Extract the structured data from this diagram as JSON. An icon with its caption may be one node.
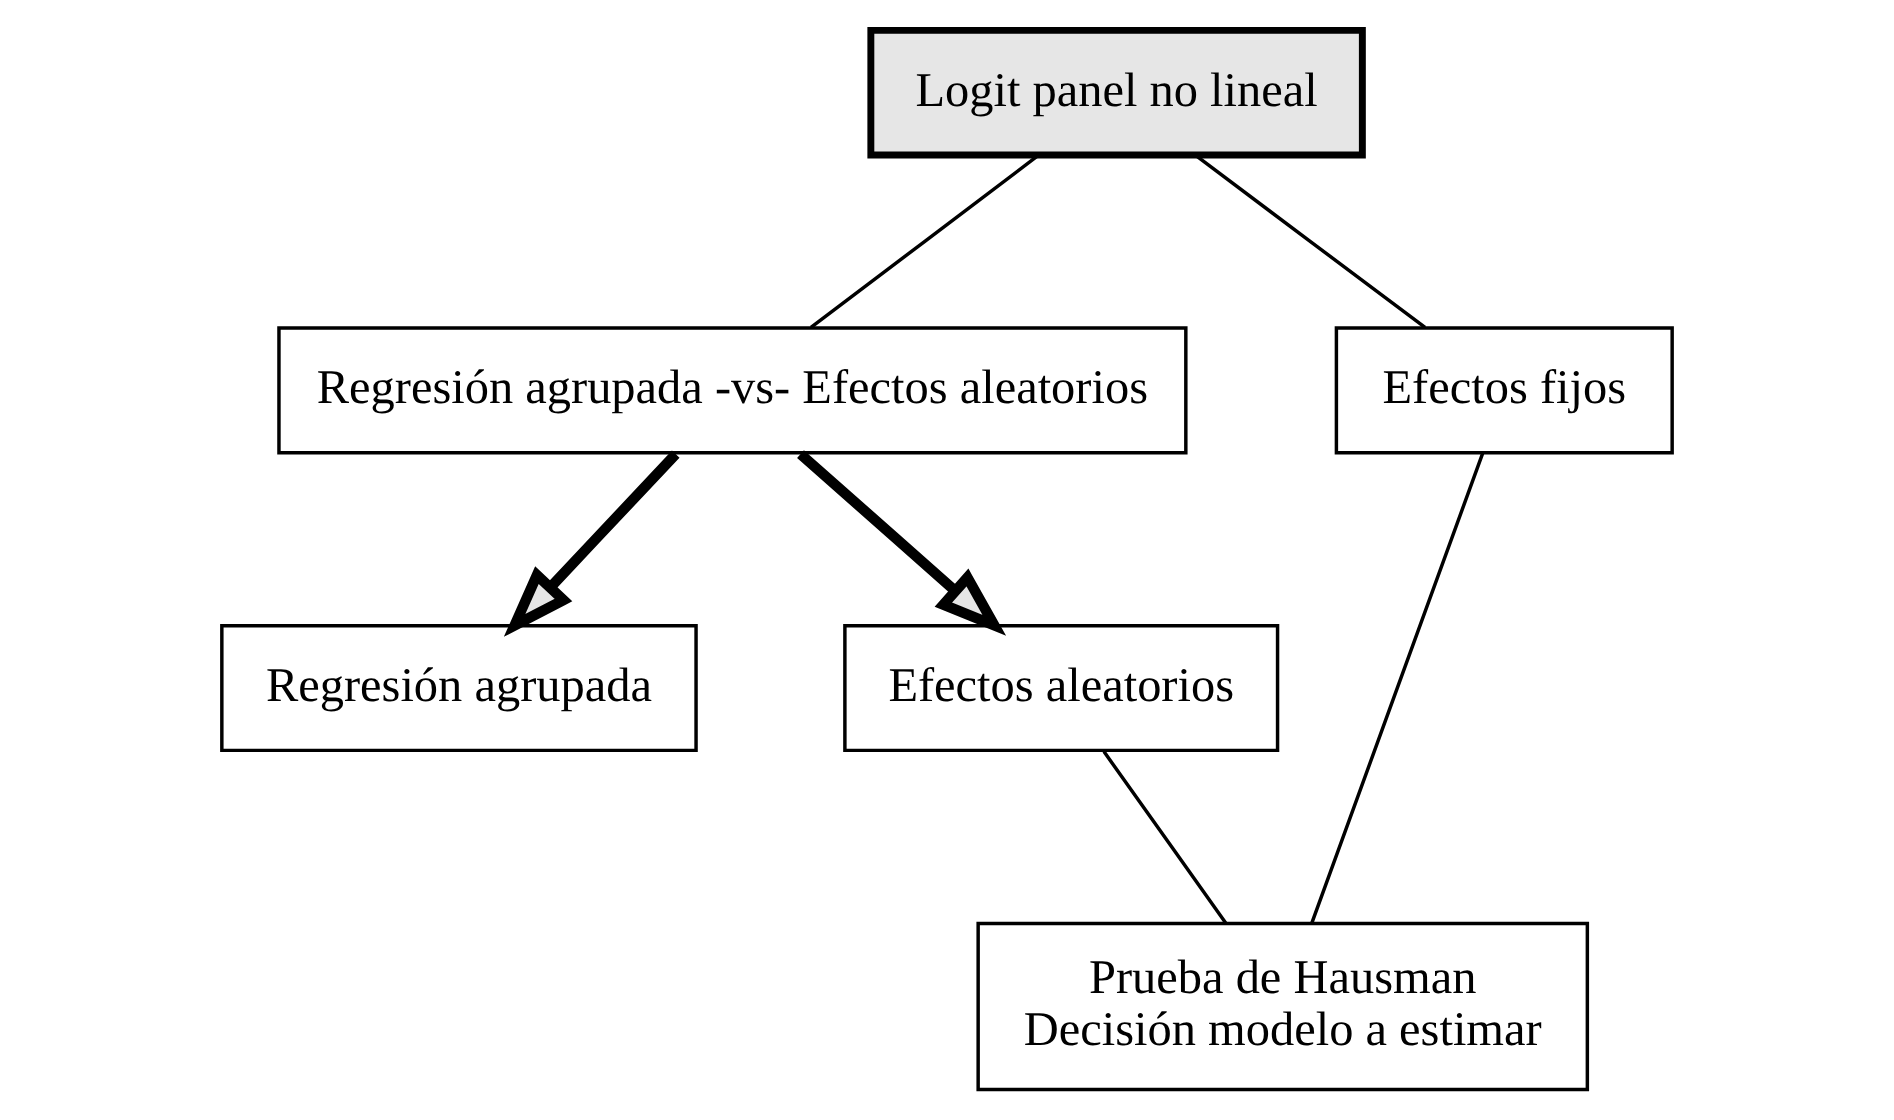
{
  "diagram": {
    "nodes": [
      {
        "text": [
          "Logit panel no lineal"
        ]
      },
      {
        "text": [
          "Regresión agrupada -vs- Efectos aleatorios"
        ]
      },
      {
        "text": [
          "Regresión agrupada"
        ]
      },
      {
        "text": [
          "Efectos aleatorios"
        ]
      },
      {
        "text": [
          "Efectos fijos"
        ]
      },
      {
        "text": [
          "Prueba de Hausman",
          "Decisión modelo a estimar"
        ]
      }
    ],
    "edges": [
      {
        "from": 0,
        "to": 1,
        "arrow": "none"
      },
      {
        "from": 0,
        "to": 4,
        "arrow": "none"
      },
      {
        "from": 1,
        "to": 2,
        "arrow": "to",
        "style": "thick"
      },
      {
        "from": 1,
        "to": 3,
        "arrow": "to",
        "style": "thick"
      },
      {
        "from": 3,
        "to": 5,
        "arrow": "none"
      },
      {
        "from": 4,
        "to": 5,
        "arrow": "none"
      }
    ]
  }
}
